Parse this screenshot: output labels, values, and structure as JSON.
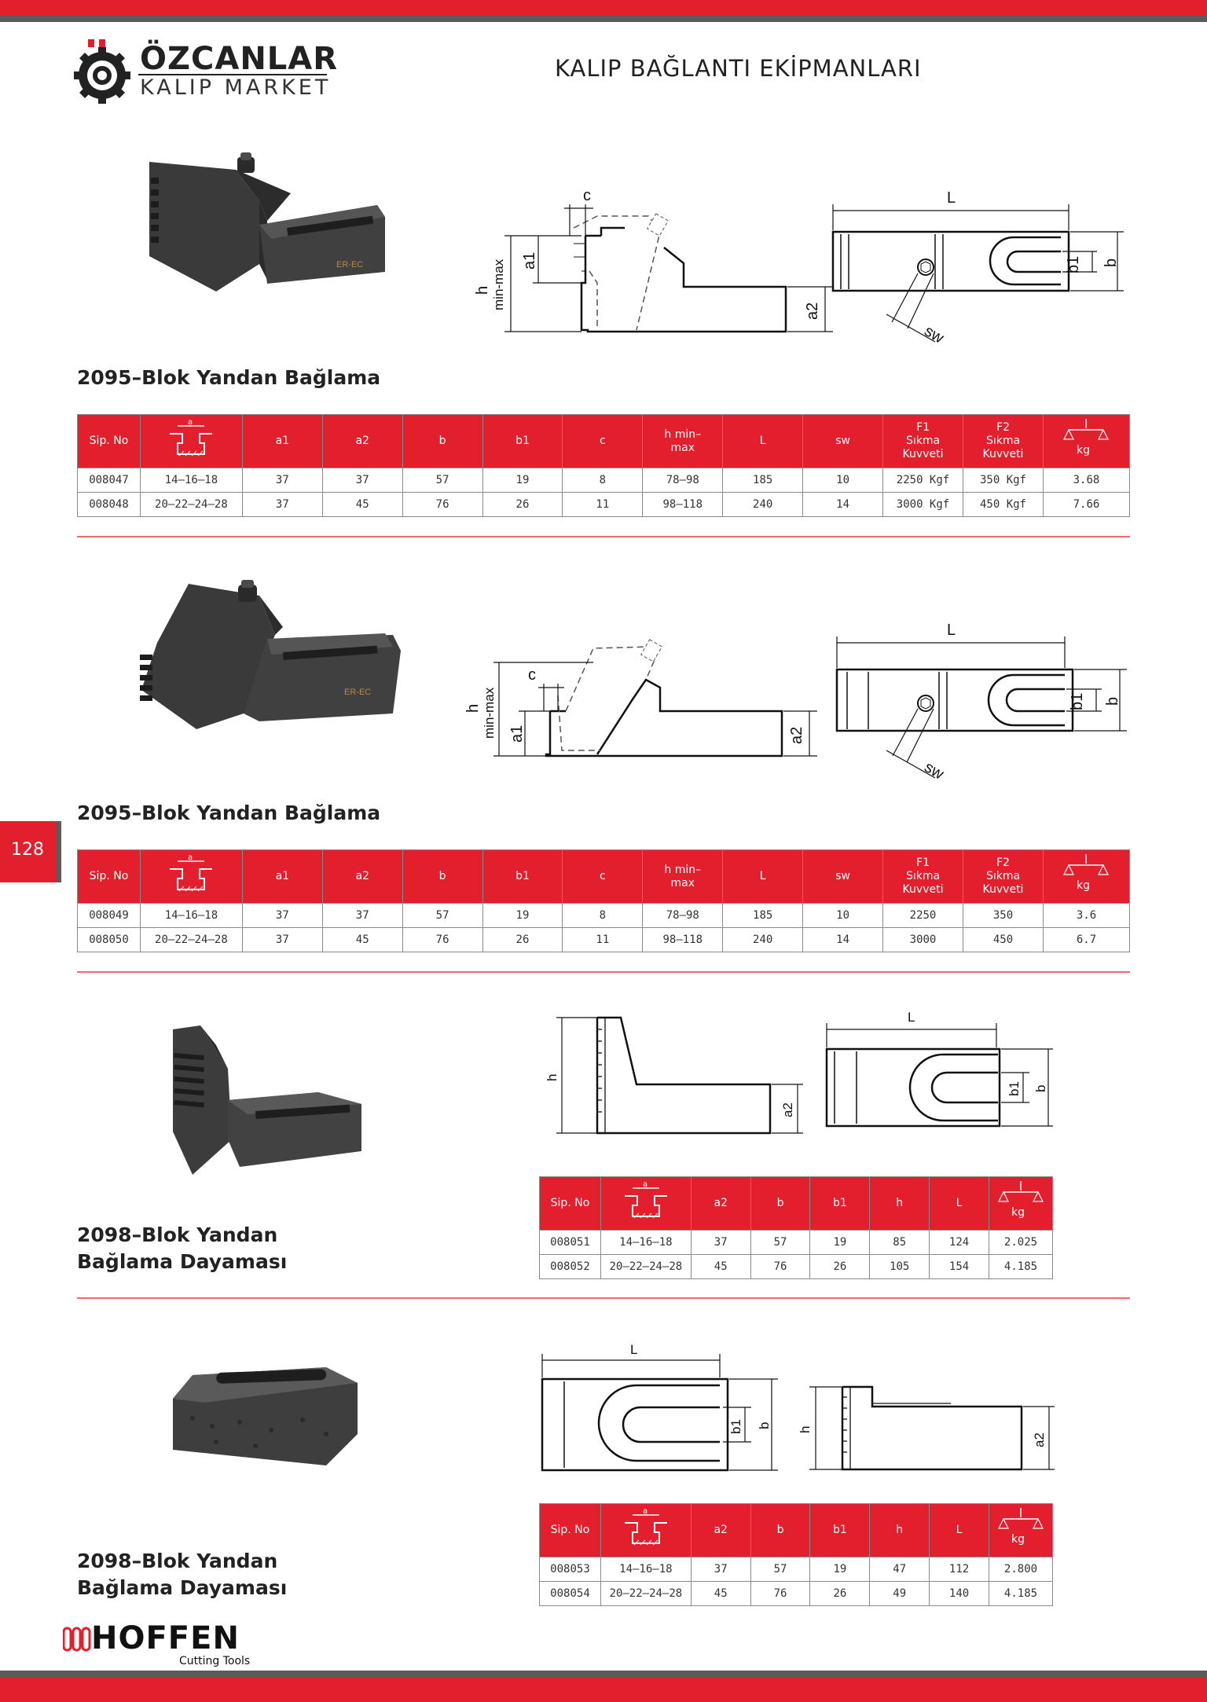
{
  "header": {
    "brand_name": "ÖZCANLAR",
    "brand_sub": "KALIP MARKET",
    "page_heading": "KALIP BAĞLANTI EKİPMANLARI"
  },
  "page_number": "128",
  "footer": {
    "brand": "HOFFEN",
    "tagline": "Cutting Tools"
  },
  "products": [
    {
      "title": "2095–Blok Yandan Bağlama",
      "image_marking": "ER-EC",
      "drawing_labels": {
        "h": "h",
        "minmax": "min-max",
        "a1": "a1",
        "a2": "a2",
        "c": "c",
        "L": "L",
        "b": "b",
        "b1": "b1",
        "sw": "sw"
      },
      "columns": [
        "Sip. No",
        "a",
        "a1",
        "a2",
        "b",
        "b1",
        "c",
        "h min–max",
        "L",
        "sw",
        "F1 Sıkma Kuvveti",
        "F2 Sıkma Kuvveti",
        "kg"
      ],
      "rows": [
        [
          "008047",
          "14–16–18",
          "37",
          "37",
          "57",
          "19",
          "8",
          "78–98",
          "185",
          "10",
          "2250 Kgf",
          "350 Kgf",
          "3.68"
        ],
        [
          "008048",
          "20–22–24–28",
          "37",
          "45",
          "76",
          "26",
          "11",
          "98–118",
          "240",
          "14",
          "3000 Kgf",
          "450 Kgf",
          "7.66"
        ]
      ]
    },
    {
      "title": "2095–Blok Yandan Bağlama",
      "image_marking": "ER-EC",
      "drawing_labels": {
        "h": "h",
        "minmax": "min-max",
        "a1": "a1",
        "a2": "a2",
        "c": "c",
        "L": "L",
        "b": "b",
        "b1": "b1",
        "sw": "sw"
      },
      "columns": [
        "Sip. No",
        "a",
        "a1",
        "a2",
        "b",
        "b1",
        "c",
        "h min–max",
        "L",
        "sw",
        "F1 Sıkma Kuvveti",
        "F2 Sıkma Kuvveti",
        "kg"
      ],
      "rows": [
        [
          "008049",
          "14–16–18",
          "37",
          "37",
          "57",
          "19",
          "8",
          "78–98",
          "185",
          "10",
          "2250",
          "350",
          "3.6"
        ],
        [
          "008050",
          "20–22–24–28",
          "37",
          "45",
          "76",
          "26",
          "11",
          "98–118",
          "240",
          "14",
          "3000",
          "450",
          "6.7"
        ]
      ]
    },
    {
      "title_line1": "2098–Blok Yandan",
      "title_line2": "Bağlama Dayaması",
      "drawing_labels": {
        "h": "h",
        "a2": "a2",
        "L": "L",
        "b": "b",
        "b1": "b1"
      },
      "columns": [
        "Sip. No",
        "a",
        "a2",
        "b",
        "b1",
        "h",
        "L",
        "kg"
      ],
      "rows": [
        [
          "008051",
          "14–16–18",
          "37",
          "57",
          "19",
          "85",
          "124",
          "2.025"
        ],
        [
          "008052",
          "20–22–24–28",
          "45",
          "76",
          "26",
          "105",
          "154",
          "4.185"
        ]
      ]
    },
    {
      "title_line1": "2098–Blok Yandan",
      "title_line2": "Bağlama Dayaması",
      "drawing_labels": {
        "h": "h",
        "a2": "a2",
        "L": "L",
        "b": "b",
        "b1": "b1"
      },
      "columns": [
        "Sip. No",
        "a",
        "a2",
        "b",
        "b1",
        "h",
        "L",
        "kg"
      ],
      "rows": [
        [
          "008053",
          "14–16–18",
          "37",
          "57",
          "19",
          "47",
          "112",
          "2.800"
        ],
        [
          "008054",
          "20–22–24–28",
          "45",
          "76",
          "26",
          "49",
          "140",
          "4.185"
        ]
      ]
    }
  ],
  "colors": {
    "accent": "#e41f2d",
    "bar_grey": "#5b5b5b",
    "separator": "#f26a6a"
  }
}
